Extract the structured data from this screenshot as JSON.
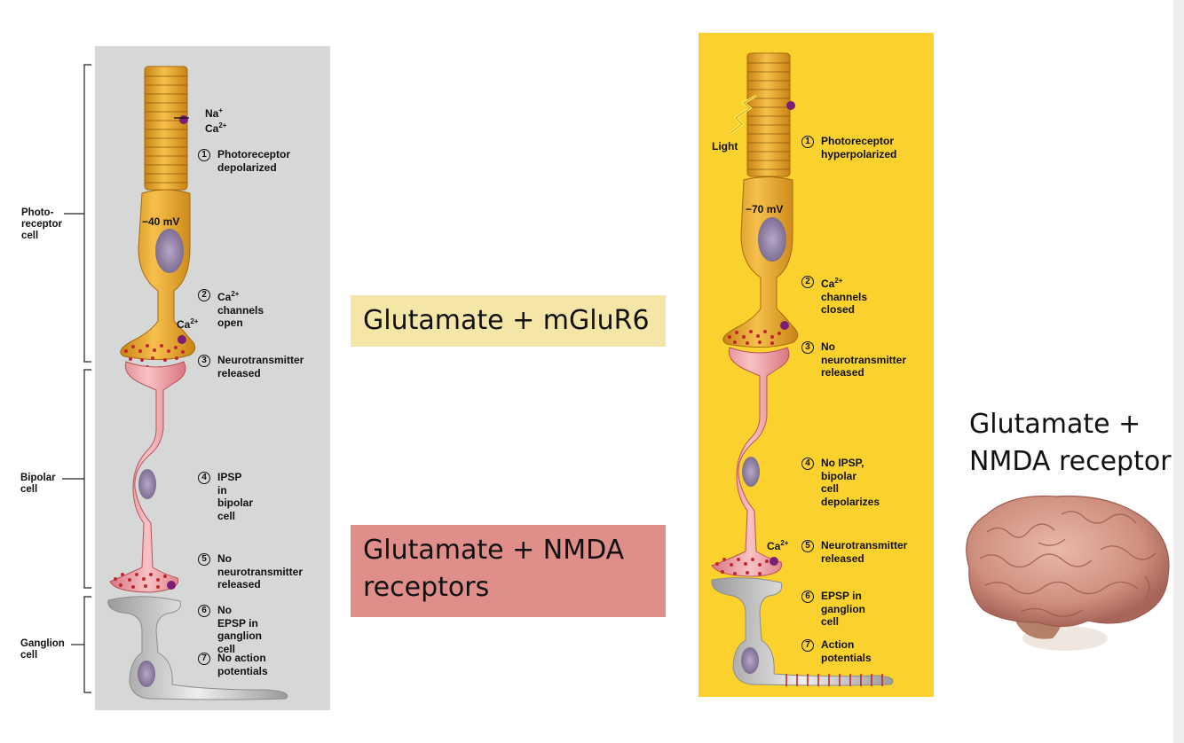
{
  "colors": {
    "left_panel_bg": "#d5d8d6",
    "right_panel_bg": "#fbd12e",
    "mglur6_box_bg": "#f3e6a6",
    "nmda_box_bg": "#e08e89",
    "photoreceptor": "#e9a92b",
    "bipolar": "#eea0a4",
    "ganglion": "#c6c6c6",
    "vesicle": "#c1272d",
    "ion_channel": "#7b1f74"
  },
  "left_figure": {
    "bracket_labels": {
      "photoreceptor": "Photo-\nreceptor\ncell",
      "bipolar": "Bipolar\ncell",
      "ganglion": "Ganglion\ncell"
    },
    "ion_label": "Na+\nCa2+",
    "membrane_potential": "−40 mV",
    "synapse_ion_label": "Ca2+",
    "steps": [
      {
        "number": "1",
        "text": "Photoreceptor\ndepolarized"
      },
      {
        "number": "2",
        "text": "Ca2+ channels\nopen"
      },
      {
        "number": "3",
        "text": "Neurotransmitter\nreleased"
      },
      {
        "number": "4",
        "text": "IPSP in bipolar\ncell"
      },
      {
        "number": "5",
        "text": "No neurotransmitter\nreleased"
      },
      {
        "number": "6",
        "text": "No EPSP in\nganglion cell"
      },
      {
        "number": "7",
        "text": "No action\npotentials"
      }
    ]
  },
  "right_figure": {
    "light_label": "Light",
    "membrane_potential": "−70 mV",
    "synapse_ion_label": "Ca2+",
    "steps": [
      {
        "number": "1",
        "text": "Photoreceptor\nhyperpolarized"
      },
      {
        "number": "2",
        "text": "Ca2+ channels\nclosed"
      },
      {
        "number": "3",
        "text": "No neurotransmitter\nreleased"
      },
      {
        "number": "4",
        "text": "No IPSP, bipolar\ncell depolarizes"
      },
      {
        "number": "5",
        "text": "Neurotransmitter\nreleased"
      },
      {
        "number": "6",
        "text": "EPSP in\nganglion cell"
      },
      {
        "number": "7",
        "text": "Action\npotentials"
      }
    ]
  },
  "boxes": {
    "mglur6": "Glutamate + mGluR6",
    "nmda_receptors": "Glutamate + NMDA\nreceptors"
  },
  "brain_caption": "Glutamate +\nNMDA receptor",
  "brain_image": "brain-illustration"
}
